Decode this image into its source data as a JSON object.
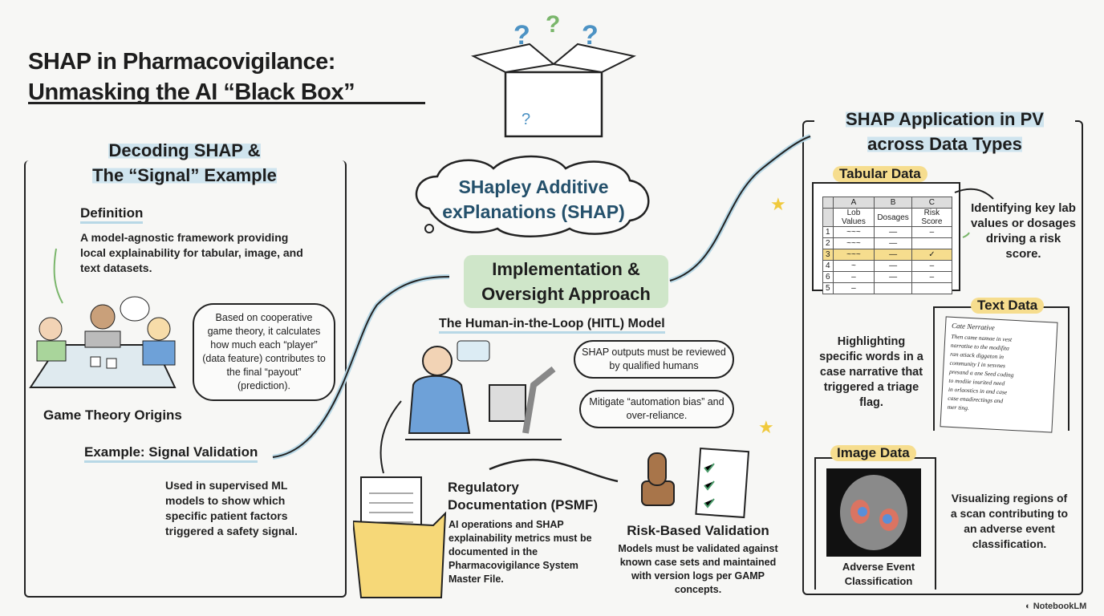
{
  "title": {
    "line1": "SHAP in Pharmacovigilance:",
    "line2": "Unmasking the AI “Black Box”"
  },
  "left": {
    "heading1": "Decoding SHAP &",
    "heading2": "The “Signal” Example",
    "definition_label": "Definition",
    "definition_text": "A model-agnostic framework providing local explainability for tabular, image, and text datasets.",
    "game_bubble": "Based on cooperative game theory, it calculates how much each “player” (data feature) contributes to the final “payout” (prediction).",
    "game_label": "Game Theory Origins",
    "example_label": "Example: Signal Validation",
    "example_text": "Used in supervised ML models to show which specific patient factors triggered a safety signal."
  },
  "center": {
    "cloud1": "SHapley Additive",
    "cloud2": "exPlanations (SHAP)",
    "impl1": "Implementation &",
    "impl2": "Oversight Approach",
    "hitl_title": "The Human-in-the-Loop (HITL) Model",
    "hitl_bubble1": "SHAP outputs must be reviewed by qualified humans",
    "hitl_bubble2": "Mitigate “automation bias” and over-reliance.",
    "reg_title1": "Regulatory",
    "reg_title2": "Documentation (PSMF)",
    "reg_text": "AI operations and SHAP explainability metrics must be documented in the Pharmacovigilance System Master File.",
    "risk_title": "Risk-Based Validation",
    "risk_text": "Models must be validated against known case sets and maintained with version logs per GAMP concepts."
  },
  "right": {
    "heading1": "SHAP Application in PV",
    "heading2": "across Data Types",
    "tabular_label": "Tabular Data",
    "table": {
      "cols": [
        "A",
        "B",
        "C"
      ],
      "headers": [
        "Lob Values",
        "Dosages",
        "Risk Score"
      ],
      "rows": [
        "1",
        "2",
        "3",
        "4",
        "6",
        "5"
      ],
      "check": "✓"
    },
    "tabular_text": "Identifying key lab values or dosages driving a risk score.",
    "text_label": "Text Data",
    "doc_title": "Cate Nerrative",
    "doc_lines": [
      "Then came namae in vest",
      "narratise to the modifita",
      "ran atiack diggaton in",
      "community I in sesvnes",
      "presand a ane Seed coding",
      "to modiie iourited need",
      "in orlaostics in and case",
      "case enadirectings and",
      "mer ting."
    ],
    "text_text": "Highlighting specific words in a case narrative that triggered a triage flag.",
    "image_label": "Image Data",
    "image_caption": "Adverse Event Classification",
    "image_text": "Visualizing regions of a scan contributing to an adverse event classification."
  },
  "footer": {
    "brand": "NotebookLM"
  },
  "colors": {
    "blue": "#cfe4ee",
    "green": "#cfe6c9",
    "yellow": "#f6dd8e",
    "ink": "#1d1d1d"
  }
}
